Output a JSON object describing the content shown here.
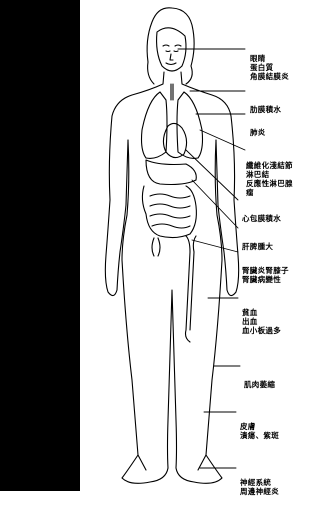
{
  "colors": {
    "side_bar": "#000000",
    "line": "#000000",
    "background": "#ffffff"
  },
  "labels": [
    {
      "id": "eyes",
      "lines": [
        "眼睛",
        "蛋白質",
        "角膜結膜炎"
      ]
    },
    {
      "id": "pleural",
      "lines": [
        "肋膜積水"
      ]
    },
    {
      "id": "lung",
      "lines": [
        "肺炎"
      ]
    },
    {
      "id": "lymph",
      "lines": [
        "纖維化淺結節",
        "淋巴結",
        "反應性淋巴腺",
        "瘤"
      ]
    },
    {
      "id": "pericardial",
      "lines": [
        "心包膜積水"
      ]
    },
    {
      "id": "liver",
      "lines": [
        "肝脾腫大"
      ]
    },
    {
      "id": "kidney",
      "lines": [
        "腎臟炎腎膝子",
        "腎臟病變性"
      ]
    },
    {
      "id": "blood",
      "lines": [
        "貧血",
        "出血",
        "血小板過多"
      ]
    },
    {
      "id": "muscle",
      "lines": [
        "肌肉萎縮"
      ]
    },
    {
      "id": "skin",
      "lines": [
        "皮膚",
        "潰瘍、紫斑"
      ]
    },
    {
      "id": "nerve",
      "lines": [
        "神經系統",
        "周邊神經炎"
      ]
    }
  ]
}
